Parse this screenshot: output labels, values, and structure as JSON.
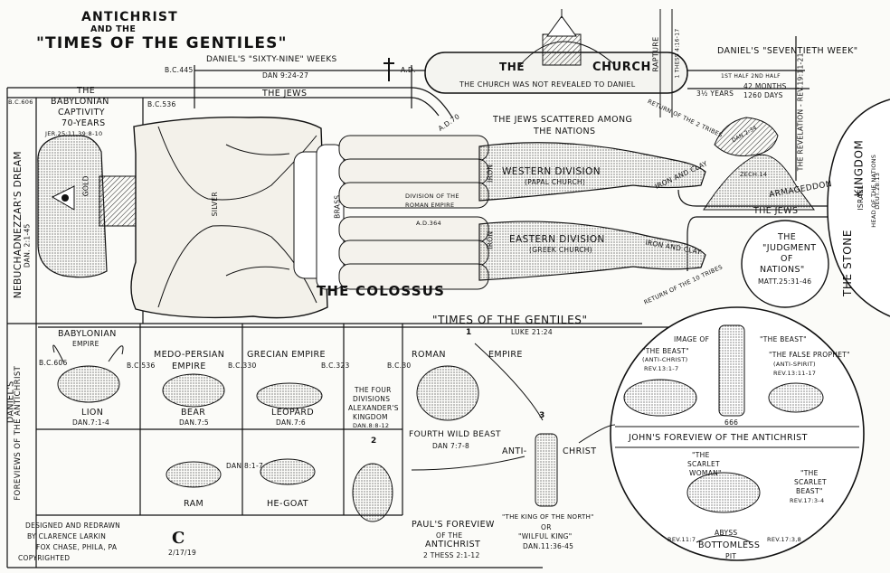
{
  "title": {
    "line1": "Antichrist",
    "line2": "and the",
    "line3": "\"Times of the Gentiles\""
  },
  "weeks": {
    "sixty_nine": "Daniel's \"Sixty-Nine\" Weeks",
    "sixty_nine_ref": "Dan 9:24-27",
    "bc445": "B.C.445",
    "ad": "A.D.",
    "ad70": "A.D.70",
    "seventieth": "Daniel's \"Seventieth Week\"",
    "half": "3½ Years",
    "months": "42 Months",
    "days": "1260 Days",
    "half_label": "1st Half 2nd Half"
  },
  "church": {
    "label_the": "The",
    "label_church": "Church",
    "subtitle": "The Church was not revealed to Daniel",
    "rapture": "Rapture",
    "rapture_ref": "1 Thess 4:16-17",
    "revelation": "The Revelation - Rev.19:11-21"
  },
  "jews": {
    "top": "The Jews",
    "right": "The Jews",
    "scattered": "The Jews Scattered Among",
    "nations": "The Nations",
    "return2": "Return of the 2 Tribes",
    "return10": "Return of the 10 Tribes"
  },
  "babylon_captivity": {
    "the": "The",
    "babylonian": "Babylonian",
    "captivity": "Captivity",
    "years": "70-Years",
    "ref": "Jer.25:11,39:8-10",
    "bc606": "B.C.606",
    "bc536": "B.C.536"
  },
  "colossus": {
    "name": "The Colossus",
    "gold": "Gold",
    "silver": "Silver",
    "brass": "Brass",
    "iron_a": "Iron",
    "iron_b": "Iron",
    "iron_clay_a": "Iron and Clay",
    "iron_clay_b": "Iron and Clay",
    "division": "Division of the",
    "roman_empire": "Roman Empire",
    "ad364": "A.D.364",
    "western": "Western Division",
    "papal": "(Papal Church)",
    "eastern": "Eastern Division",
    "greek": "(Greek Church)"
  },
  "dream": {
    "title": "Nebuchadnezzar's Dream",
    "ref": "Dan. 2:1-45"
  },
  "stone": {
    "kingdom": "Kingdom",
    "the_stone": "The Stone",
    "dan": "Dan.2:34",
    "zech": "Zech.14",
    "armageddon": "Armageddon",
    "israel": "Israel",
    "head": "Head of the Nations",
    "deut": "Deut.28:13"
  },
  "judgment": {
    "line1": "The",
    "line2": "\"Judgment",
    "line3": "of",
    "line4": "Nations\"",
    "ref": "Matt.25:31-46"
  },
  "gentiles": {
    "title": "\"Times Of The Gentiles\"",
    "ref": "Luke 21:24"
  },
  "daniel_foreviews": {
    "line1": "Daniel's",
    "line2": "Foreviews of the Antichrist"
  },
  "empires": {
    "babylonian": "Babylonian",
    "babylonian2": "Empire",
    "bc606": "B.C.606",
    "lion": "Lion",
    "lion_ref": "Dan.7:1-4",
    "medo": "Medo-Persian",
    "medo2": "Empire",
    "bc536": "B.C.536",
    "bear": "Bear",
    "bear_ref": "Dan.7:5",
    "grecian": "Grecian Empire",
    "bc330": "B.C.330",
    "leopard": "Leopard",
    "leopard_ref": "Dan.7:6",
    "bc323": "B.C.323",
    "four": "The Four",
    "divisions": "Divisions",
    "alexander": "Alexander's",
    "kingdom": "Kingdom",
    "four_ref": "Dan.8:8-12",
    "bc30": "B.C.30",
    "roman": "Roman",
    "roman2": "Empire",
    "fourth": "Fourth Wild Beast",
    "fourth_ref": "Dan 7:7-8",
    "ram": "Ram",
    "he_goat": "He-Goat",
    "dan81": "Dan 8:1-7",
    "n1": "1",
    "n2": "2",
    "n3": "3"
  },
  "antichrist": {
    "anti": "Anti-",
    "christ": "Christ",
    "king_north": "\"The King of the North\"",
    "or": "or",
    "wilful": "\"Wilful King\"",
    "wilful_ref": "Dan.11:36-45",
    "paul1": "Paul's Foreview",
    "paul2": "of the",
    "paul3": "Antichrist",
    "paul_ref": "2 Thess 2:1-12"
  },
  "john": {
    "image_of": "Image of",
    "the_beast": "\"The Beast\"",
    "beast": "\"The Beast\"",
    "anti": "(Anti-Christ)",
    "rev13_1": "Rev.13:1-7",
    "false": "\"The False Prophet\"",
    "anti_spirit": "(Anti-Spirit)",
    "rev13_11": "Rev.13:11-17",
    "n666": "666",
    "foreview": "John's Foreview of the Antichrist",
    "scarlet_woman1": "\"The",
    "scarlet_woman2": "Scarlet",
    "scarlet_woman3": "Woman\"",
    "scarlet_beast1": "\"The",
    "scarlet_beast2": "Scarlet",
    "scarlet_beast3": "Beast\"",
    "rev17_3": "Rev.17:3-4",
    "rev11_7": "Rev.11:7",
    "rev17_8": "Rev.17:3,8",
    "abyss": "Abyss",
    "bottomless": "Bottomless",
    "pit": "Pit"
  },
  "credits": {
    "line1": "Designed and Redrawn",
    "line2": "by Clarence Larkin",
    "line3": "Fox Chase, Phila, Pa",
    "line4": "Copyrighted",
    "mark": "C",
    "date": "2/17/19"
  }
}
